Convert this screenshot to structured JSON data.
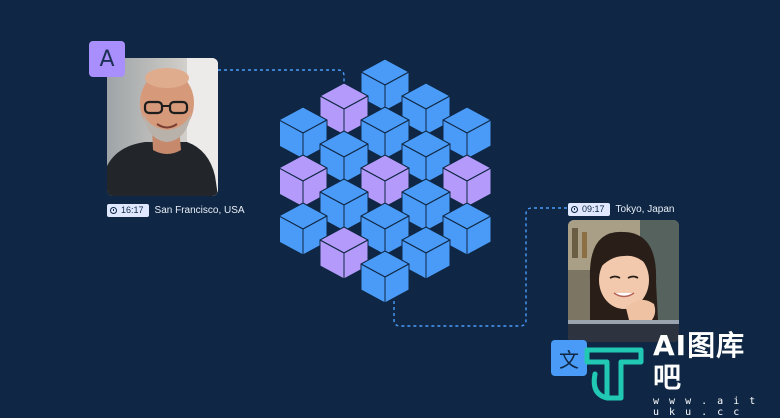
{
  "colors": {
    "background": "#0f2744",
    "cube_blue": "#4a9bf8",
    "cube_purple": "#b49bfb",
    "cube_outline": "#0f2744",
    "connector": "#4a9bf8",
    "chip_bg": "#dfe8ff",
    "watermark_teal": "#21c8b4"
  },
  "left_user": {
    "language_badge": "A",
    "time": "16:17",
    "location": "San Francisco, USA",
    "photo_icon": "portrait-man-photo"
  },
  "right_user": {
    "language_badge": "文",
    "time": "09:17",
    "location": "Tokyo, Japan",
    "photo_icon": "portrait-woman-photo"
  },
  "cube_cluster": {
    "icon": "translation-network-cubes",
    "cubes": [
      {
        "col": 2,
        "row": 0,
        "color": "blue"
      },
      {
        "col": 1,
        "row": 1,
        "color": "purple"
      },
      {
        "col": 3,
        "row": 1,
        "color": "blue"
      },
      {
        "col": 0,
        "row": 2,
        "color": "blue"
      },
      {
        "col": 2,
        "row": 2,
        "color": "blue"
      },
      {
        "col": 4,
        "row": 2,
        "color": "blue"
      },
      {
        "col": 1,
        "row": 3,
        "color": "blue"
      },
      {
        "col": 3,
        "row": 3,
        "color": "blue"
      },
      {
        "col": 0,
        "row": 4,
        "color": "purple"
      },
      {
        "col": 2,
        "row": 4,
        "color": "purple"
      },
      {
        "col": 4,
        "row": 4,
        "color": "purple"
      },
      {
        "col": 1,
        "row": 5,
        "color": "blue"
      },
      {
        "col": 3,
        "row": 5,
        "color": "blue"
      },
      {
        "col": 0,
        "row": 6,
        "color": "blue"
      },
      {
        "col": 2,
        "row": 6,
        "color": "blue"
      },
      {
        "col": 4,
        "row": 6,
        "color": "blue"
      },
      {
        "col": 1,
        "row": 7,
        "color": "purple"
      },
      {
        "col": 3,
        "row": 7,
        "color": "blue"
      },
      {
        "col": 2,
        "row": 8,
        "color": "blue"
      }
    ]
  },
  "watermark": {
    "title": "AI图库吧",
    "url": "w w w . a i t u k u . c c"
  }
}
